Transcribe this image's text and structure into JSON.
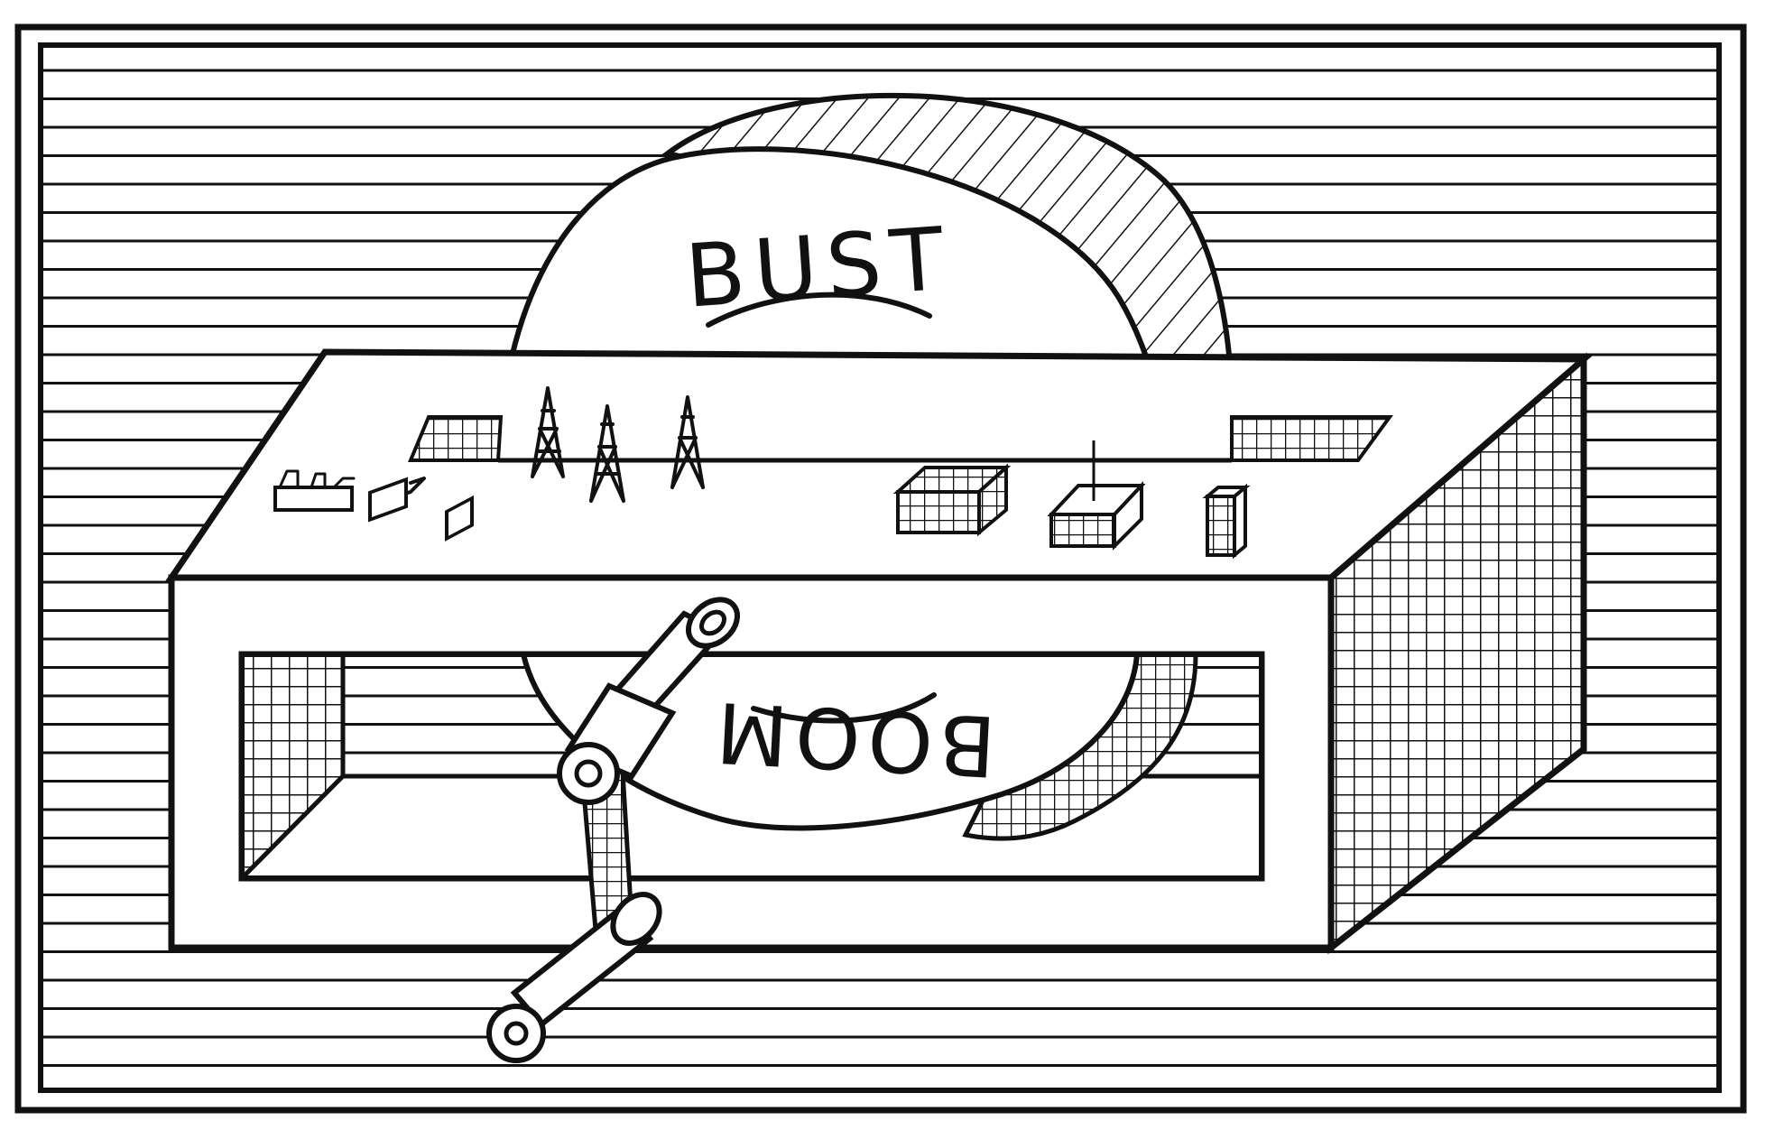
{
  "illustration": {
    "wheel_top_label": "BUST",
    "wheel_bottom_label": "BOOM",
    "wheel_bottom_label_orientation": "upside-down",
    "colors": {
      "ink": "#111111",
      "paper": "#ffffff"
    }
  }
}
